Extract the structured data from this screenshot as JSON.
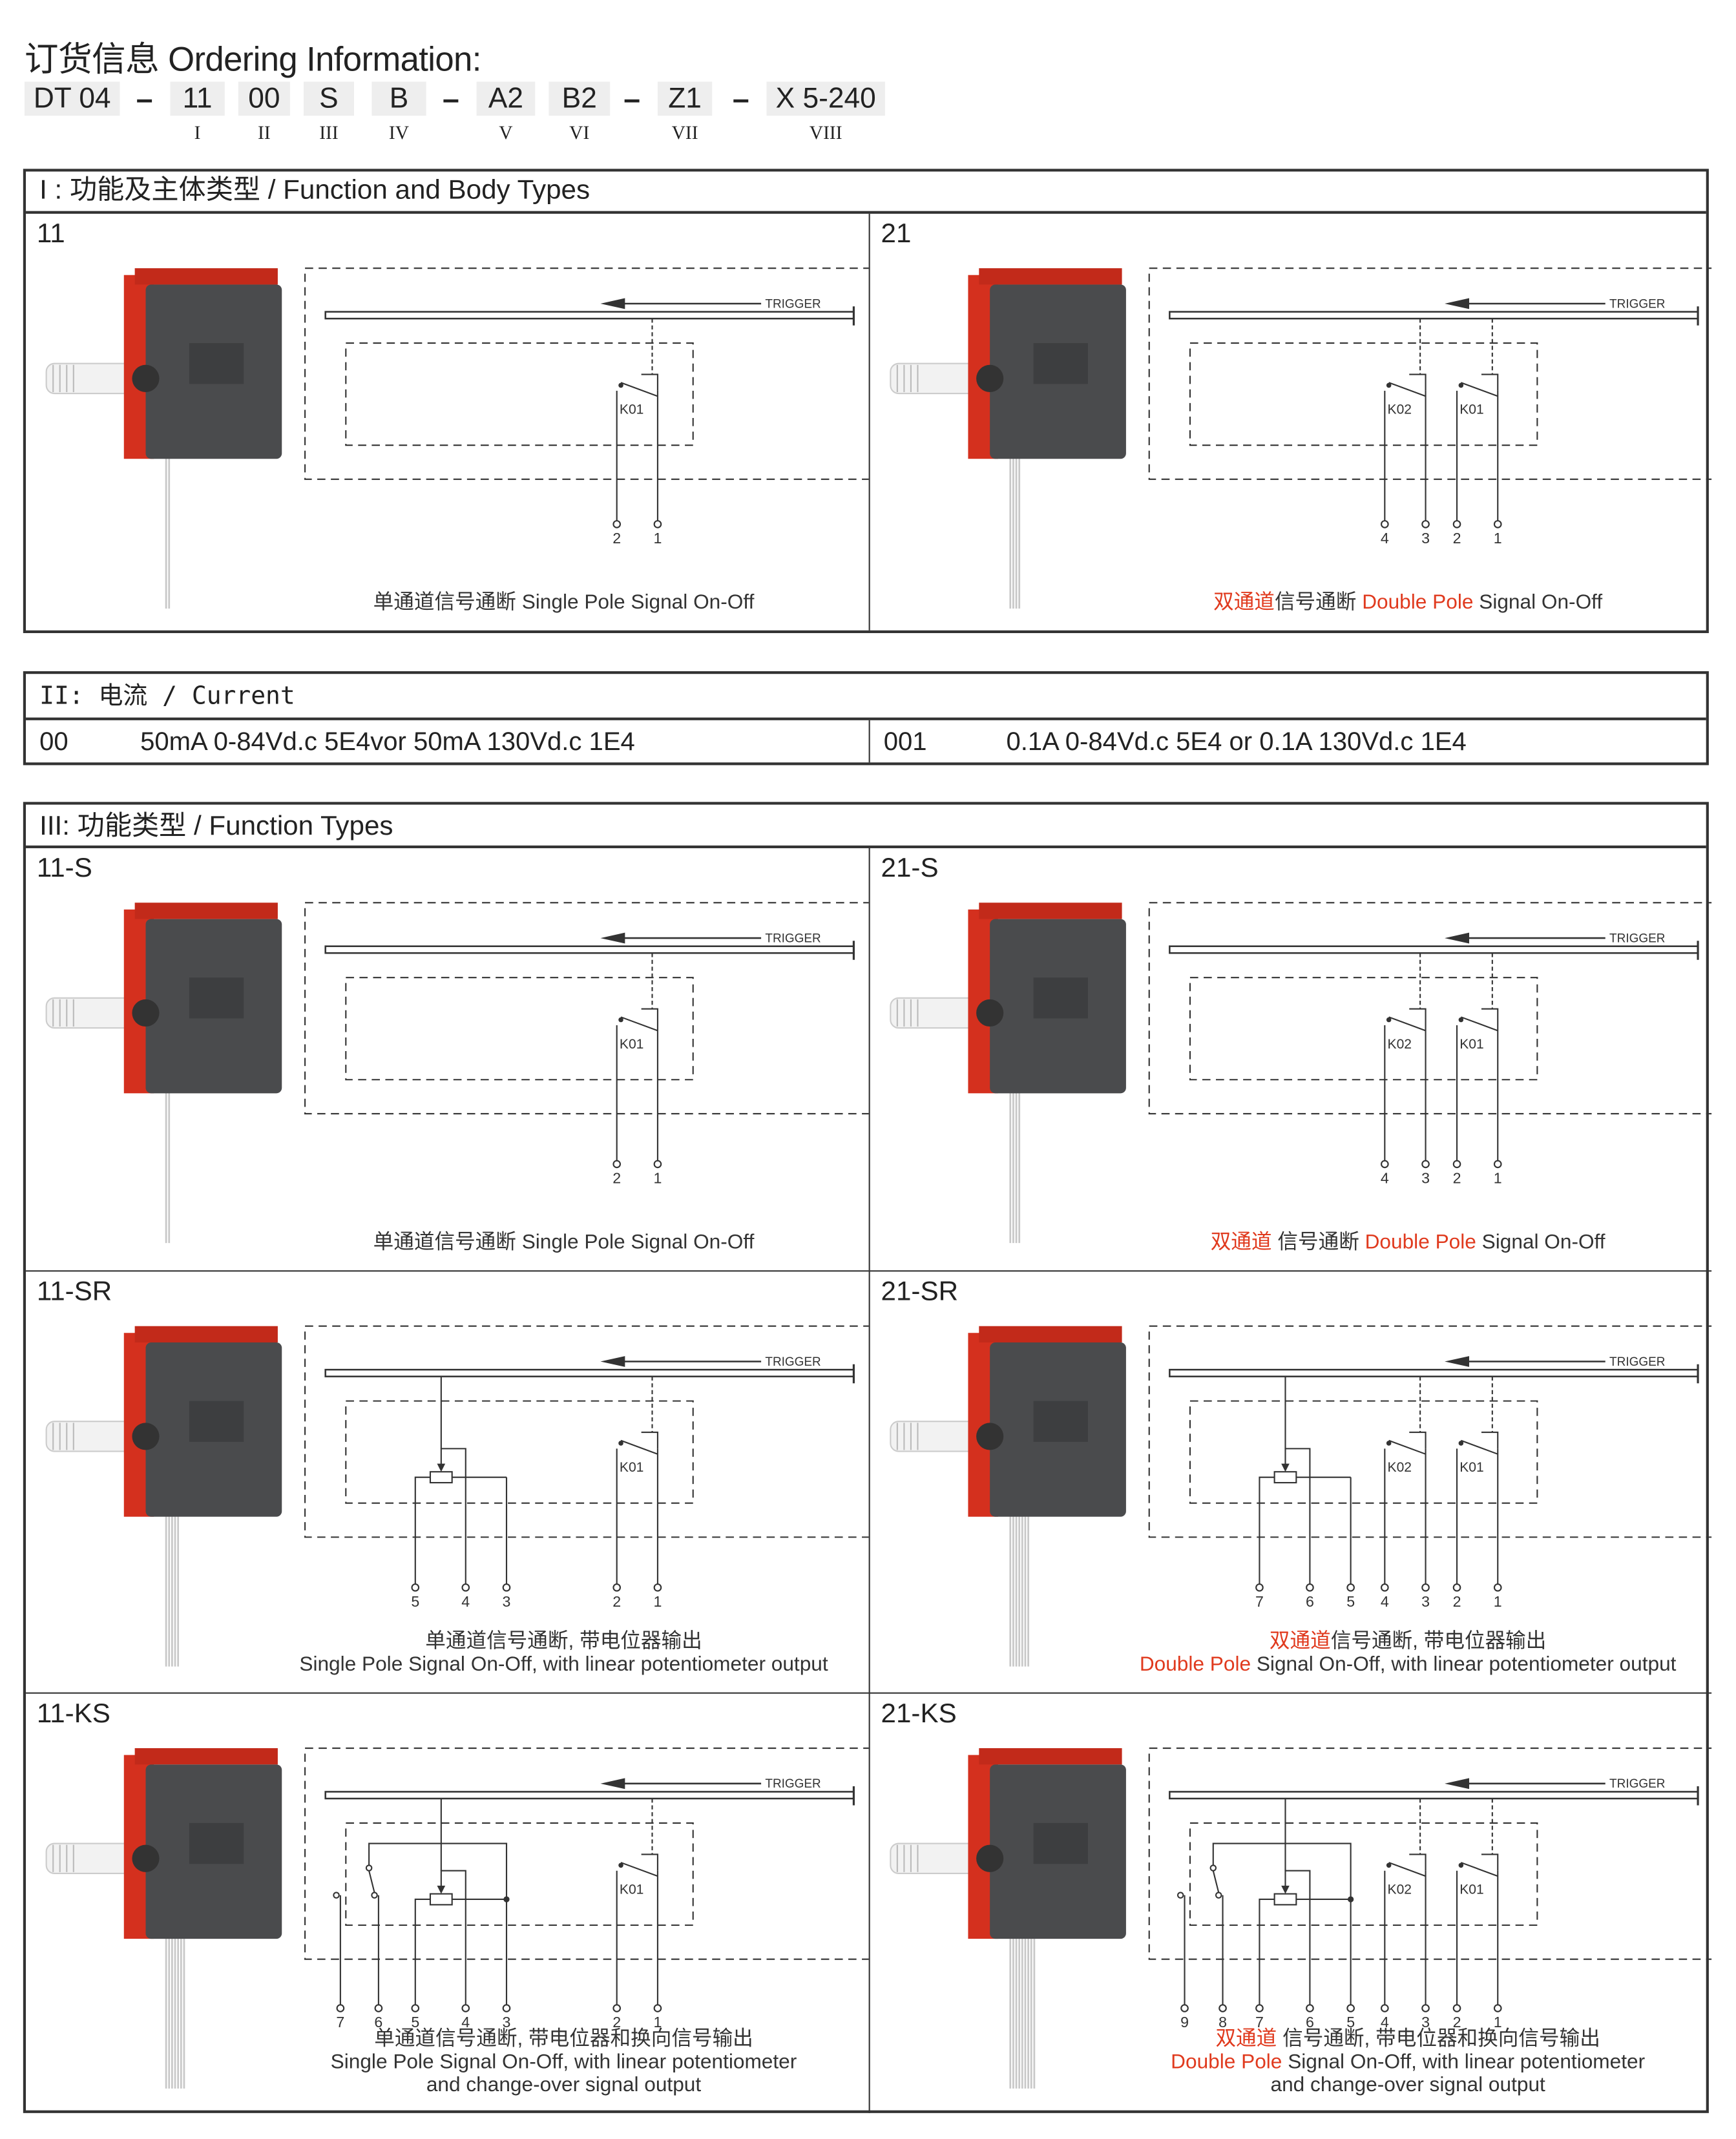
{
  "title": "订货信息  Ordering Information:",
  "code_parts": [
    "DT 04",
    "11",
    "00",
    "S",
    "B",
    "A2",
    "B2",
    "Z1",
    "X 5-240"
  ],
  "dash": "–",
  "romans": [
    "I",
    "II",
    "III",
    "IV",
    "V",
    "VI",
    "VII",
    "VIII"
  ],
  "trigger_label": "TRIGGER",
  "relay_labels": {
    "k01": "K01",
    "k02": "K02"
  },
  "colors": {
    "accent": "#e03a1e",
    "body": "#4a4b4d",
    "red_part": "#d4301e"
  },
  "section1": {
    "header": "I : 功能及主体类型 / Function and Body Types",
    "cells": [
      {
        "code": "11",
        "relays": 1,
        "pot": false,
        "co": false,
        "pins": [
          "2",
          "1"
        ],
        "caption": [
          [
            {
              "t": "单通道信号通断  Single Pole Signal On-Off",
              "red": false
            }
          ]
        ]
      },
      {
        "code": "21",
        "relays": 2,
        "pot": false,
        "co": false,
        "pins": [
          "4",
          "3",
          "2",
          "1"
        ],
        "caption": [
          [
            {
              "t": "双通道",
              "red": true
            },
            {
              "t": "信号通断  ",
              "red": false
            },
            {
              "t": "Double Pole",
              "red": true
            },
            {
              "t": " Signal On-Off",
              "red": false
            }
          ]
        ]
      }
    ]
  },
  "section2": {
    "header": "II: 电流  /  Current",
    "items": [
      {
        "code": "00",
        "value": "50mA  0-84Vd.c  5E4vor 50mA  130Vd.c  1E4"
      },
      {
        "code": "001",
        "value": "0.1A  0-84Vd.c  5E4 or 0.1A  130Vd.c  1E4"
      }
    ]
  },
  "section3": {
    "header": "III: 功能类型 / Function Types",
    "cells": [
      {
        "code": "11-S",
        "relays": 1,
        "pot": false,
        "co": false,
        "pins": [
          "2",
          "1"
        ],
        "caption": [
          [
            {
              "t": "单通道信号通断  Single Pole Signal On-Off",
              "red": false
            }
          ]
        ]
      },
      {
        "code": "21-S",
        "relays": 2,
        "pot": false,
        "co": false,
        "pins": [
          "4",
          "3",
          "2",
          "1"
        ],
        "caption": [
          [
            {
              "t": "双通道",
              "red": true
            },
            {
              "t": " 信号通断  ",
              "red": false
            },
            {
              "t": "Double Pole",
              "red": true
            },
            {
              "t": "  Signal On-Off",
              "red": false
            }
          ]
        ]
      },
      {
        "code": "11-SR",
        "relays": 1,
        "pot": true,
        "co": false,
        "pins": [
          "5",
          "4",
          "3",
          "2",
          "1"
        ],
        "caption": [
          [
            {
              "t": "单通道信号通断, 带电位器输出",
              "red": false
            }
          ],
          [
            {
              "t": "Single Pole Signal On-Off,  with linear potentiometer output",
              "red": false
            }
          ]
        ]
      },
      {
        "code": "21-SR",
        "relays": 2,
        "pot": true,
        "co": false,
        "pins": [
          "7",
          "6",
          "5",
          "4",
          "3",
          "2",
          "1"
        ],
        "caption": [
          [
            {
              "t": "双通道",
              "red": true
            },
            {
              "t": "信号通断, 带电位器输出",
              "red": false
            }
          ],
          [
            {
              "t": "Double Pole",
              "red": true
            },
            {
              "t": "  Signal On-Off,  with linear potentiometer output",
              "red": false
            }
          ]
        ]
      },
      {
        "code": "11-KS",
        "relays": 1,
        "pot": true,
        "co": true,
        "pins": [
          "7",
          "6",
          "5",
          "4",
          "3",
          "2",
          "1"
        ],
        "caption": [
          [
            {
              "t": "单通道信号通断, 带电位器和换向信号输出",
              "red": false
            }
          ],
          [
            {
              "t": "Single Pole Signal On-Off,  with linear potentiometer",
              "red": false
            }
          ],
          [
            {
              "t": "and change-over signal output",
              "red": false
            }
          ]
        ]
      },
      {
        "code": "21-KS",
        "relays": 2,
        "pot": true,
        "co": true,
        "pins": [
          "9",
          "8",
          "7",
          "6",
          "5",
          "4",
          "3",
          "2",
          "1"
        ],
        "caption": [
          [
            {
              "t": "双通道",
              "red": true
            },
            {
              "t": " 信号通断, 带电位器和换向信号输出",
              "red": false
            }
          ],
          [
            {
              "t": "Double Pole",
              "red": true
            },
            {
              "t": "  Signal On-Off,  with linear potentiometer",
              "red": false
            }
          ],
          [
            {
              "t": "and change-over signal output",
              "red": false
            }
          ]
        ]
      }
    ]
  }
}
